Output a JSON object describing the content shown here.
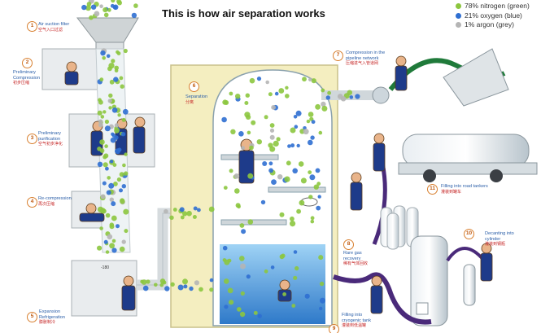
{
  "title": "This is how air separation works",
  "legend": [
    {
      "label": "78% nitrogen (green)",
      "color": "#8cc63f"
    },
    {
      "label": "21% oxygen (blue)",
      "color": "#2f6fd1"
    },
    {
      "label": "1% argon (grey)",
      "color": "#b5b5b5"
    }
  ],
  "steps": [
    {
      "number": "1",
      "label": "Air suction filter",
      "label_cn": "空气入口过滤"
    },
    {
      "number": "2",
      "label": "Preliminary Compression",
      "label_cn": "初步压缩"
    },
    {
      "number": "3",
      "label": "Preliminary purification",
      "label_cn": "空气初步净化"
    },
    {
      "number": "4",
      "label": "Re-compression",
      "label_cn": "再次压缩"
    },
    {
      "number": "5",
      "label": "Expansion Refrigeration",
      "label_cn": "膨胀制冷"
    },
    {
      "number": "6",
      "label": "Separation",
      "label_cn": "分离"
    },
    {
      "number": "7",
      "label": "Compression in the pipeline network",
      "label_cn": "压缩进气入管道网"
    },
    {
      "number": "8",
      "label": "Rare gas recovery",
      "label_cn": "稀有气体回收"
    },
    {
      "number": "9",
      "label": "Filling into cryogenic tank",
      "label_cn": "灌装到低温罐"
    },
    {
      "number": "10",
      "label": "Decanting into cylinder",
      "label_cn": "灌装到钢瓶"
    },
    {
      "number": "11",
      "label": "Filling into road tankers",
      "label_cn": "灌装到罐车"
    }
  ],
  "annotations": {
    "thermometer": "-180"
  },
  "colors": {
    "nitrogen": "#8cc63f",
    "oxygen": "#2f6fd1",
    "argon": "#b5b5b5",
    "frame": "#f4eec0",
    "frame_edge": "#c9c08a",
    "pipe": "#4a2a7a",
    "step_text": "#2a5ea8",
    "step_cn": "#c62828"
  }
}
